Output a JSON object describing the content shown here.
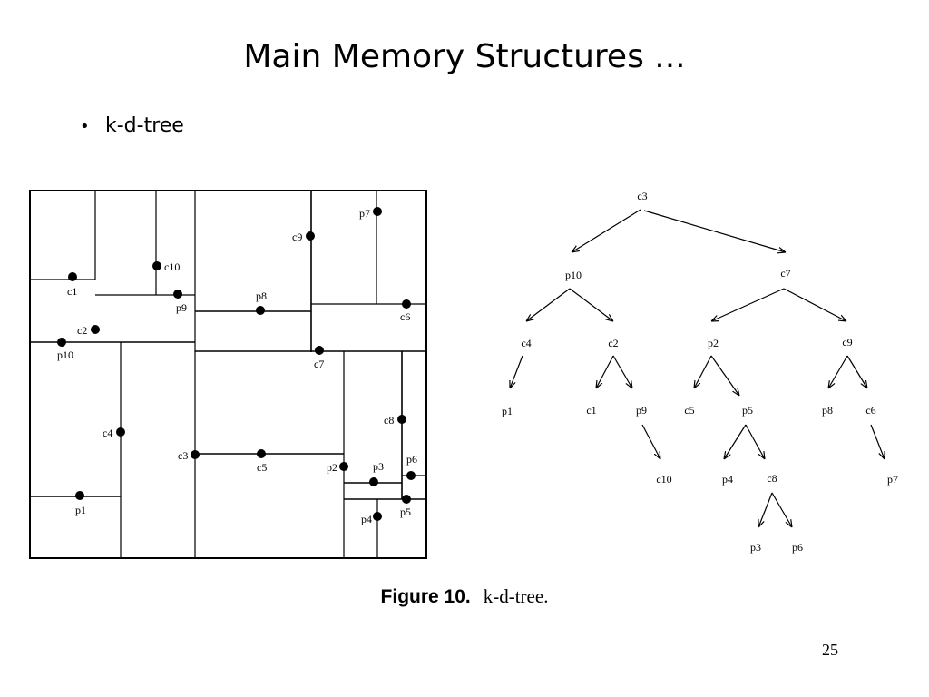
{
  "title": "Main Memory Structures ...",
  "bullets": [
    {
      "text": "k-d-tree"
    }
  ],
  "figure": {
    "caption_label": "Figure 10.",
    "caption_text": "k-d-tree."
  },
  "partition_labels": {
    "c1": "c1",
    "c2": "c2",
    "c3": "c3",
    "c4": "c4",
    "c5": "c5",
    "c6": "c6",
    "c7": "c7",
    "c8": "c8",
    "c9": "c9",
    "c10": "c10",
    "p1": "p1",
    "p2": "p2",
    "p3": "p3",
    "p4": "p4",
    "p5": "p5",
    "p6": "p6",
    "p7": "p7",
    "p8": "p8",
    "p9": "p9",
    "p10": "p10"
  },
  "tree_nodes": {
    "c3": "c3",
    "p10": "p10",
    "c7": "c7",
    "c4": "c4",
    "c2": "c2",
    "p2": "p2",
    "c9": "c9",
    "p1": "p1",
    "c1": "c1",
    "p9": "p9",
    "c5": "c5",
    "p5": "p5",
    "p8": "p8",
    "c6": "c6",
    "c10": "c10",
    "p4": "p4",
    "c8": "c8",
    "p7": "p7",
    "p3": "p3",
    "p6": "p6"
  },
  "page_number": "25"
}
